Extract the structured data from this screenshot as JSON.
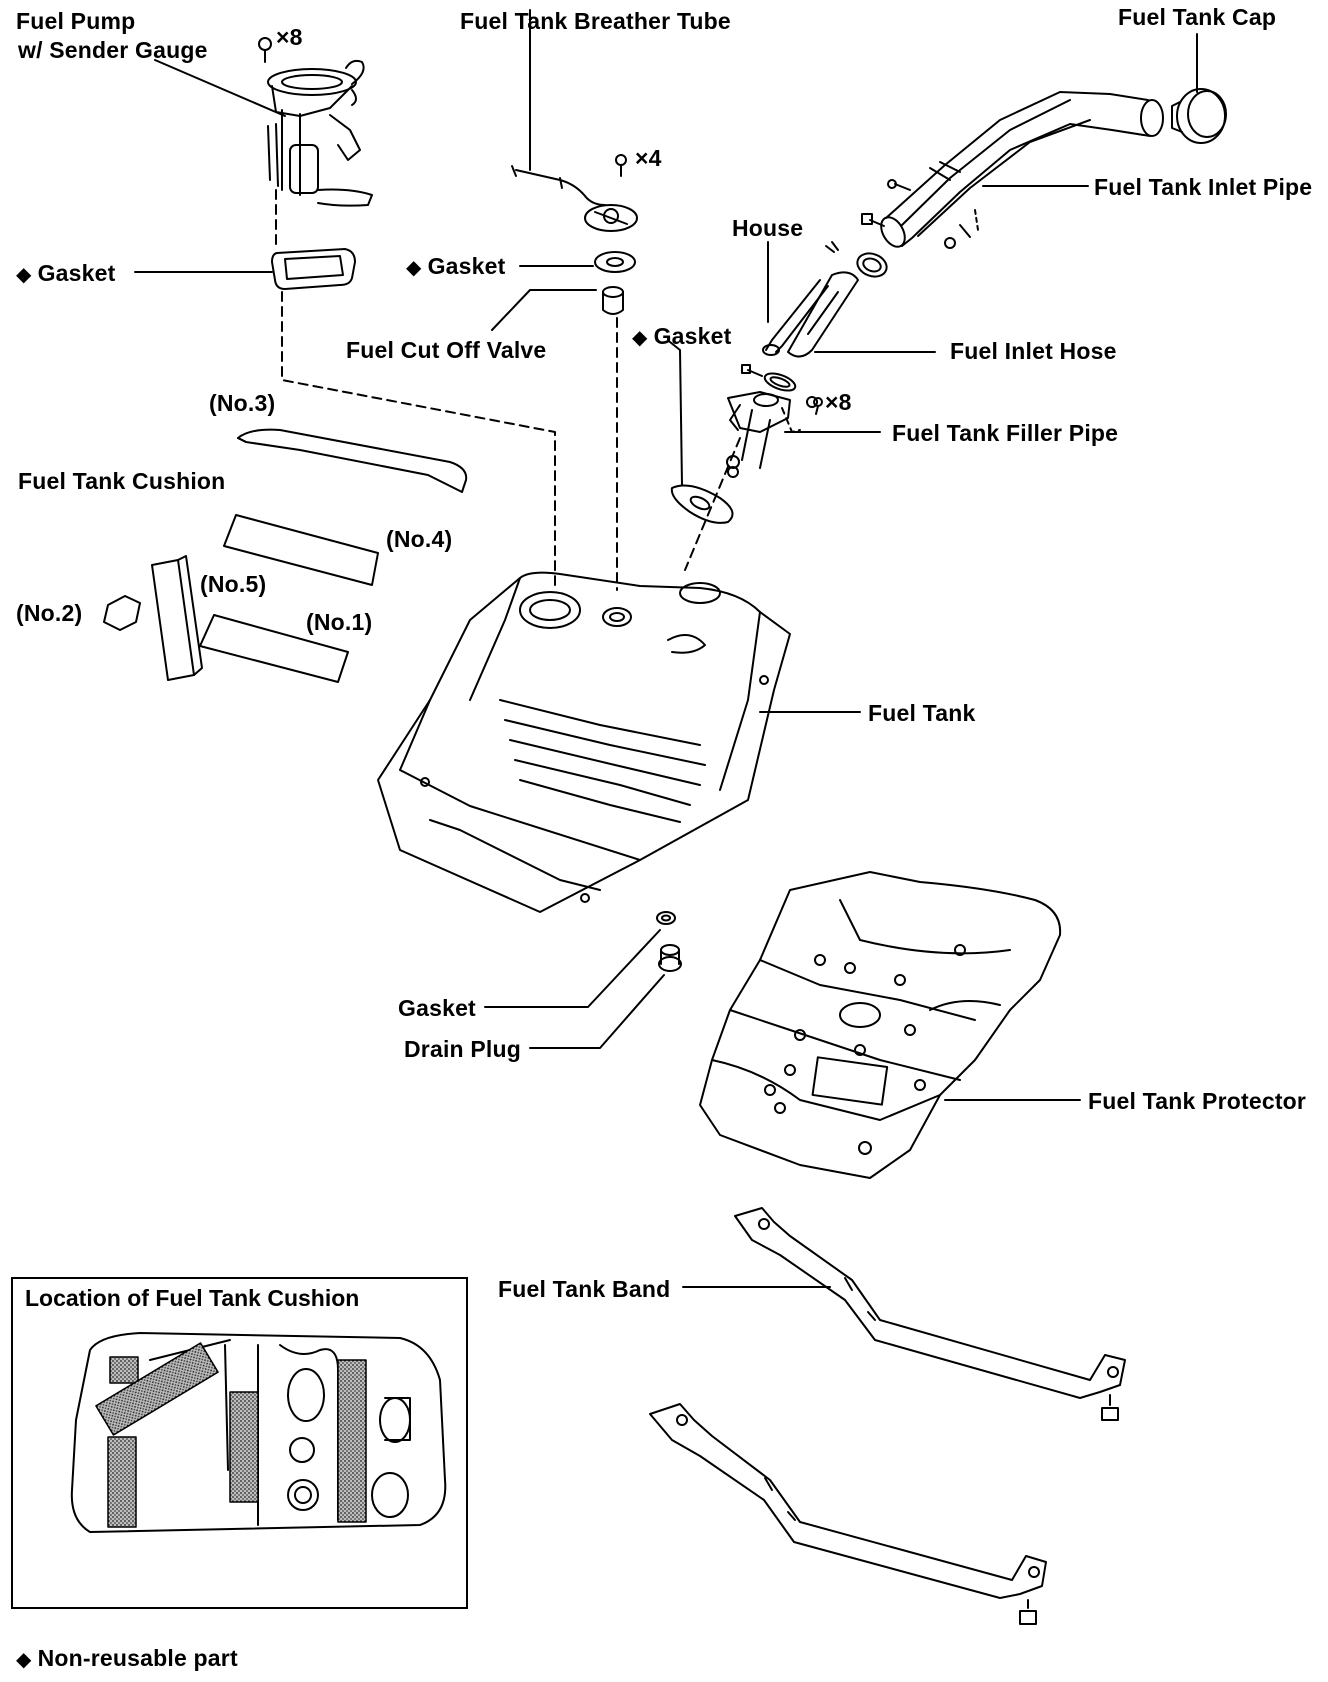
{
  "diagram": {
    "labels": {
      "fuel_pump": "Fuel Pump",
      "sender_gauge": "w/ Sender Gauge",
      "qty_x8_a": "×8",
      "breather_tube": "Fuel Tank Breather Tube",
      "qty_x4": "×4",
      "tank_cap": "Fuel Tank Cap",
      "inlet_pipe": "Fuel Tank Inlet Pipe",
      "house": "House",
      "gasket_left": "Gasket",
      "gasket_mid": "Gasket",
      "gasket_filler": "Gasket",
      "cut_off_valve": "Fuel Cut Off Valve",
      "inlet_hose": "Fuel  Inlet Hose",
      "qty_x8_b": "×8",
      "filler_pipe": "Fuel Tank Filler Pipe",
      "no3": "(No.3)",
      "cushion": "Fuel Tank Cushion",
      "no4": "(No.4)",
      "no5": "(No.5)",
      "no2": "(No.2)",
      "no1": "(No.1)",
      "fuel_tank": "Fuel Tank",
      "gasket_drain": "Gasket",
      "drain_plug": "Drain Plug",
      "protector": "Fuel Tank Protector",
      "band": "Fuel Tank Band"
    },
    "inset_title": "Location of Fuel Tank Cushion",
    "legend": "Non-reusable part",
    "diamond_symbol": "◆",
    "colors": {
      "ink": "#000000",
      "paper": "#ffffff",
      "cushion_fill": "#8a8a8a"
    }
  }
}
